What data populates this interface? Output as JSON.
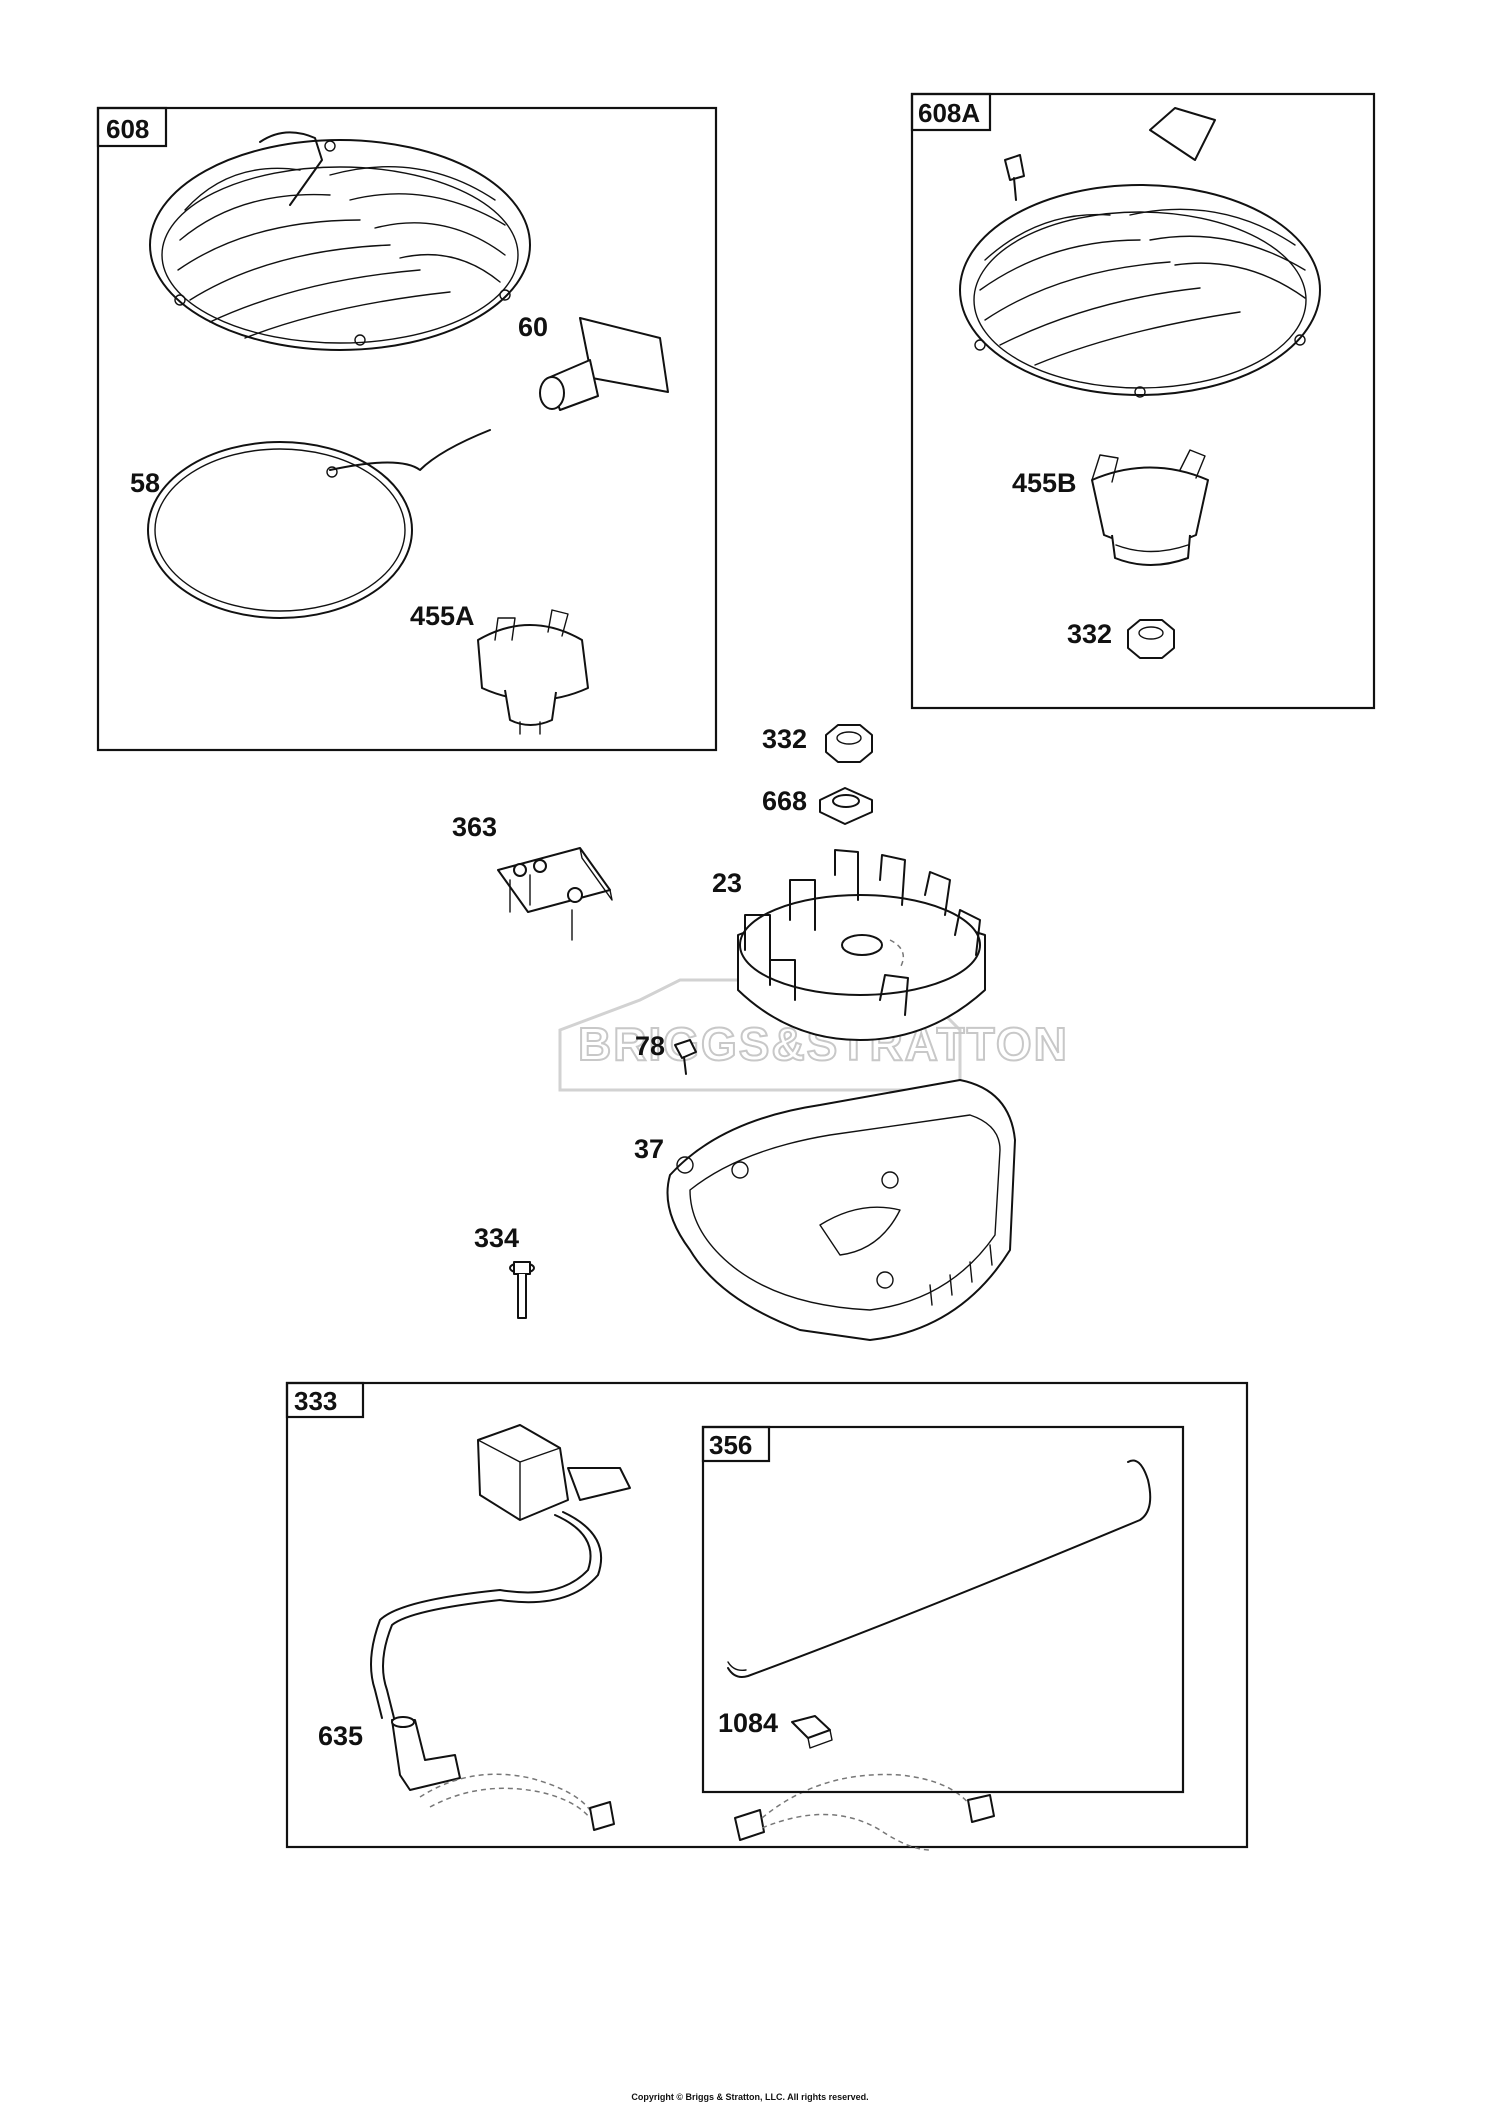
{
  "callouts": {
    "c608": "608",
    "c60": "60",
    "c58": "58",
    "c455A": "455A",
    "c608A": "608A",
    "c455B": "455B",
    "c332_box": "332",
    "c332": "332",
    "c668": "668",
    "c363": "363",
    "c23": "23",
    "c78": "78",
    "c37": "37",
    "c334": "334",
    "c333": "333",
    "c356": "356",
    "c635": "635",
    "c1084": "1084"
  },
  "watermark": "BRIGGS&STRATTON",
  "copyright": "Copyright © Briggs & Stratton, LLC. All rights reserved."
}
